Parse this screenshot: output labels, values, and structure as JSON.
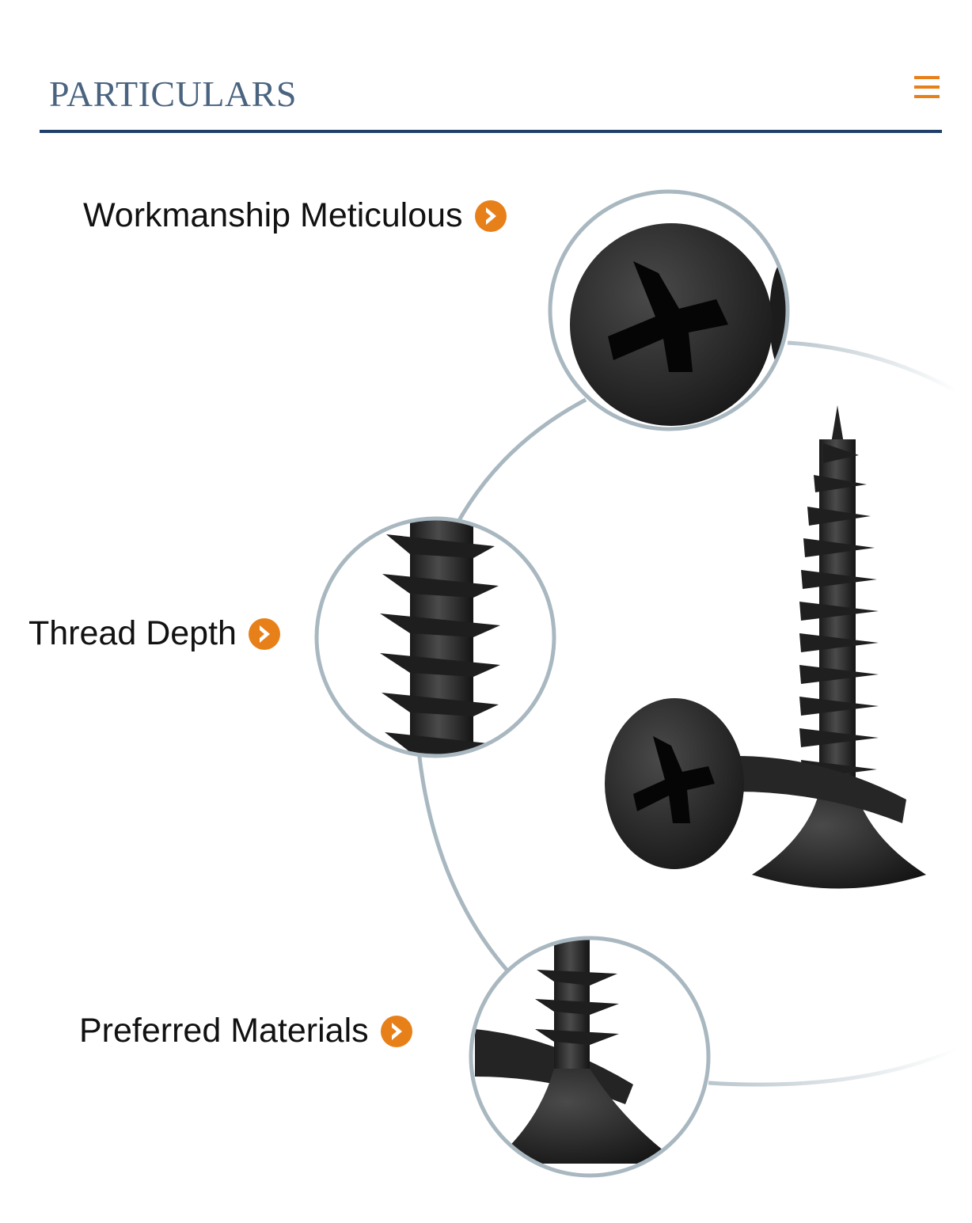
{
  "header": {
    "title": "PARTICULARS",
    "menu_icon": "hamburger-menu-icon",
    "accent_color": "#e8801a",
    "rule_color": "#1e3f6a"
  },
  "features": [
    {
      "label": "Workmanship Meticulous",
      "icon": "chevron-right-icon"
    },
    {
      "label": "Thread Depth",
      "icon": "chevron-right-icon"
    },
    {
      "label": "Preferred Materials",
      "icon": "chevron-right-icon"
    }
  ]
}
